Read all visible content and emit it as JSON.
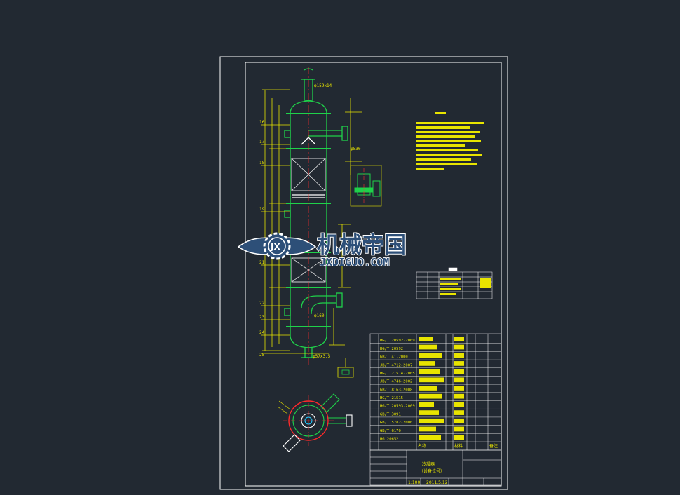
{
  "colors": {
    "background": "#222932",
    "frame": "#ffffff",
    "vessel": "#1fd14a",
    "dimension": "#e8e400",
    "accent_red": "#ff2a2a",
    "accent_cyan": "#27c8ff",
    "watermark_fill": "#2d4f78",
    "watermark_stroke": "#ffffff"
  },
  "watermark": {
    "title": "机械帝国",
    "subtitle": "JXDIGUO.COM",
    "logo_letters": "JX"
  },
  "callouts": [
    "16",
    "17",
    "18",
    "19",
    "20",
    "21",
    "22",
    "23",
    "24",
    "25"
  ],
  "title_block": {
    "drawing_name": "冷凝器",
    "drawing_sub": "（设备位号）",
    "date": "2011.5.12",
    "scale": "1:100",
    "col_name": "名称",
    "col_material": "材料",
    "col_remark": "备注"
  },
  "dims": {
    "top_nozzle": "φ159x14",
    "side_nozzle": "φ530",
    "bottom_nozzle": "φ160",
    "drain": "φ57x3.5"
  },
  "table_codes": [
    "HG/T 20592-2009",
    "HG/T 20592",
    "GB/T 41-2000",
    "JB/T 4712-2007",
    "HG/T 21514-2005",
    "JB/T 4746-2002",
    "GB/T 8163-2008",
    "HG/T 21515",
    "HG/T 20593-2009",
    "GB/T 3091",
    "GB/T 5782-2000",
    "GB/T 6170",
    "HG 20652"
  ]
}
